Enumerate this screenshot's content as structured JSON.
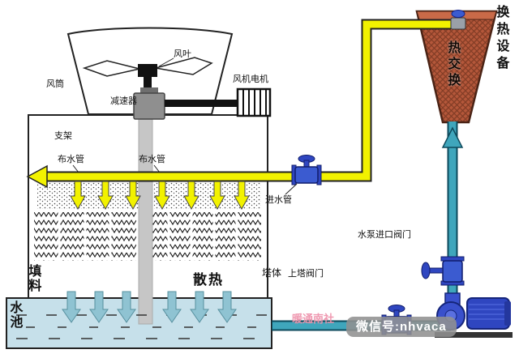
{
  "labels": {
    "fan_blade": "风叶",
    "fan_duct": "风筒",
    "fan_motor": "风机电机",
    "reducer": "减速器",
    "support": "支架",
    "water_dist_pipe_left": "布水管",
    "water_dist_pipe_right": "布水管",
    "inlet_pipe": "进水管",
    "filler": "填料",
    "heat_dissipation": "散热",
    "tower_body": "塔体",
    "water_pool": "水池",
    "tower_riser_valve": "上塔阀门",
    "pump_inlet_valve": "水泵进口阀门",
    "heat_exchange_equipment": "换热设备",
    "heat_exchanger": "热交换"
  },
  "watermarks": {
    "brand": "暖通南社",
    "wechat": "微信号:nhvaca"
  },
  "colors": {
    "pipe_yellow": "#f2f200",
    "pipe_teal": "#3fa6bc",
    "pipe_outline": "#0e4a5c",
    "heat_exchanger_red": "#b4573a",
    "heat_exchanger_hatch": "#8a4028",
    "pool_blue": "#c6e0ea",
    "pump_blue": "#2f46c0",
    "valve_blue": "#3b5bd0",
    "shaft_gray": "#c6c6c6",
    "watermark_pink": "#ef94ad"
  }
}
